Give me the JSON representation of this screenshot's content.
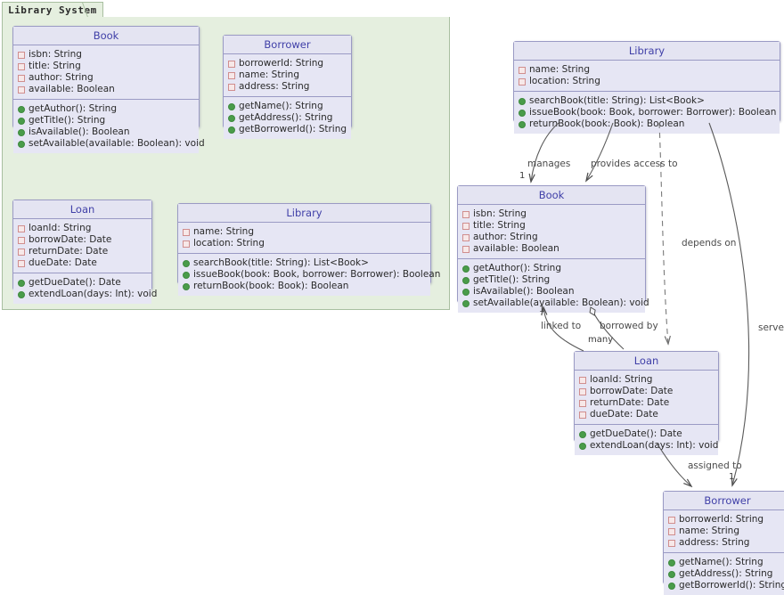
{
  "package": {
    "label": "Library System",
    "bg_color": "#e5efdf",
    "border_color": "#a8bfa0"
  },
  "theme": {
    "class_fill": "#e2e2f0",
    "class_border": "#9a9ac4",
    "class_title_color": "#4040a8",
    "private_marker_color": "#d08e8e",
    "public_marker_color": "#4a9c4a",
    "edge_color": "#5a5a5a",
    "page_bg": "#ffffff"
  },
  "classes": [
    {
      "id": "pkg-book",
      "name": "Book",
      "attributes": [
        {
          "vis": "private",
          "text": "isbn: String"
        },
        {
          "vis": "private",
          "text": "title: String"
        },
        {
          "vis": "private",
          "text": "author: String"
        },
        {
          "vis": "private",
          "text": "available: Boolean"
        }
      ],
      "methods": [
        {
          "vis": "public",
          "text": "getAuthor(): String"
        },
        {
          "vis": "public",
          "text": "getTitle(): String"
        },
        {
          "vis": "public",
          "text": "isAvailable(): Boolean"
        },
        {
          "vis": "public",
          "text": "setAvailable(available: Boolean): void"
        }
      ]
    },
    {
      "id": "pkg-borrower",
      "name": "Borrower",
      "attributes": [
        {
          "vis": "private",
          "text": "borrowerId: String"
        },
        {
          "vis": "private",
          "text": "name: String"
        },
        {
          "vis": "private",
          "text": "address: String"
        }
      ],
      "methods": [
        {
          "vis": "public",
          "text": "getName(): String"
        },
        {
          "vis": "public",
          "text": "getAddress(): String"
        },
        {
          "vis": "public",
          "text": "getBorrowerId(): String"
        }
      ]
    },
    {
      "id": "pkg-loan",
      "name": "Loan",
      "attributes": [
        {
          "vis": "private",
          "text": "loanId: String"
        },
        {
          "vis": "private",
          "text": "borrowDate: Date"
        },
        {
          "vis": "private",
          "text": "returnDate: Date"
        },
        {
          "vis": "private",
          "text": "dueDate: Date"
        }
      ],
      "methods": [
        {
          "vis": "public",
          "text": "getDueDate(): Date"
        },
        {
          "vis": "public",
          "text": "extendLoan(days: Int): void"
        }
      ]
    },
    {
      "id": "pkg-library",
      "name": "Library",
      "attributes": [
        {
          "vis": "private",
          "text": "name: String"
        },
        {
          "vis": "private",
          "text": "location: String"
        }
      ],
      "methods": [
        {
          "vis": "public",
          "text": "searchBook(title: String): List<Book>"
        },
        {
          "vis": "public",
          "text": "issueBook(book: Book, borrower: Borrower): Boolean"
        },
        {
          "vis": "public",
          "text": "returnBook(book: Book): Boolean"
        }
      ]
    },
    {
      "id": "main-library",
      "name": "Library",
      "attributes": [
        {
          "vis": "private",
          "text": "name: String"
        },
        {
          "vis": "private",
          "text": "location: String"
        }
      ],
      "methods": [
        {
          "vis": "public",
          "text": "searchBook(title: String): List<Book>"
        },
        {
          "vis": "public",
          "text": "issueBook(book: Book, borrower: Borrower): Boolean"
        },
        {
          "vis": "public",
          "text": "returnBook(book: Book): Boolean"
        }
      ]
    },
    {
      "id": "main-book",
      "name": "Book",
      "attributes": [
        {
          "vis": "private",
          "text": "isbn: String"
        },
        {
          "vis": "private",
          "text": "title: String"
        },
        {
          "vis": "private",
          "text": "author: String"
        },
        {
          "vis": "private",
          "text": "available: Boolean"
        }
      ],
      "methods": [
        {
          "vis": "public",
          "text": "getAuthor(): String"
        },
        {
          "vis": "public",
          "text": "getTitle(): String"
        },
        {
          "vis": "public",
          "text": "isAvailable(): Boolean"
        },
        {
          "vis": "public",
          "text": "setAvailable(available: Boolean): void"
        }
      ]
    },
    {
      "id": "main-loan",
      "name": "Loan",
      "attributes": [
        {
          "vis": "private",
          "text": "loanId: String"
        },
        {
          "vis": "private",
          "text": "borrowDate: Date"
        },
        {
          "vis": "private",
          "text": "returnDate: Date"
        },
        {
          "vis": "private",
          "text": "dueDate: Date"
        }
      ],
      "methods": [
        {
          "vis": "public",
          "text": "getDueDate(): Date"
        },
        {
          "vis": "public",
          "text": "extendLoan(days: Int): void"
        }
      ]
    },
    {
      "id": "main-borrower",
      "name": "Borrower",
      "attributes": [
        {
          "vis": "private",
          "text": "borrowerId: String"
        },
        {
          "vis": "private",
          "text": "name: String"
        },
        {
          "vis": "private",
          "text": "address: String"
        }
      ],
      "methods": [
        {
          "vis": "public",
          "text": "getName(): String"
        },
        {
          "vis": "public",
          "text": "getAddress(): String"
        },
        {
          "vis": "public",
          "text": "getBorrowerId(): String"
        }
      ]
    }
  ],
  "relationships": [
    {
      "id": "rel-manages",
      "label": "manages",
      "from": "main-library",
      "to": "main-book",
      "style": "solid",
      "arrow": "open"
    },
    {
      "id": "rel-access",
      "label": "provides access to",
      "from": "main-library",
      "to": "main-book",
      "style": "solid",
      "arrow": "open"
    },
    {
      "id": "rel-depends",
      "label": "depends on",
      "from": "main-library",
      "to": "main-loan",
      "style": "dashed",
      "arrow": "open"
    },
    {
      "id": "rel-serves",
      "label": "serves",
      "from": "main-library",
      "to": "main-borrower",
      "style": "solid",
      "arrow": "open"
    },
    {
      "id": "rel-linked",
      "label": "linked to",
      "from": "main-loan",
      "to": "main-book",
      "style": "solid",
      "arrow": "open"
    },
    {
      "id": "rel-borrowed",
      "label": "borrowed by",
      "from": "main-book",
      "to": "main-loan",
      "style": "solid",
      "arrow": "aggregation"
    },
    {
      "id": "rel-assigned",
      "label": "assigned to",
      "from": "main-loan",
      "to": "main-borrower",
      "style": "solid",
      "arrow": "open"
    }
  ],
  "multiplicities": [
    {
      "id": "mult-manages",
      "text": "1"
    },
    {
      "id": "mult-linked",
      "text": "1"
    },
    {
      "id": "mult-many",
      "text": "many"
    },
    {
      "id": "mult-serves",
      "text": "1"
    }
  ]
}
